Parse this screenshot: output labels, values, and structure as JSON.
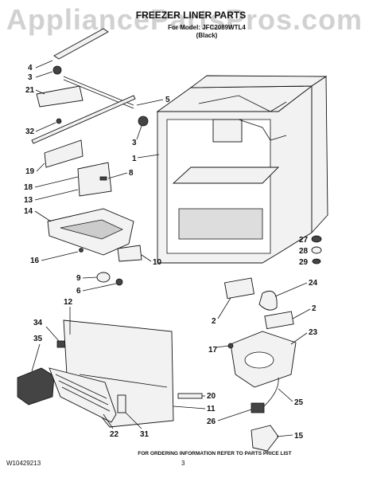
{
  "watermark": "AppliancePartsPros.com",
  "header": {
    "title": "FREEZER LINER PARTS",
    "model_line": "For Model: JFC2089WTL4",
    "color_line": "(Black)"
  },
  "footer": {
    "ordering_note": "FOR ORDERING INFORMATION REFER TO PARTS PRICE LIST",
    "doc_number": "W10429213",
    "page_number": "3"
  },
  "callouts": [
    "4",
    "3",
    "21",
    "5",
    "32",
    "3",
    "1",
    "19",
    "8",
    "18",
    "13",
    "14",
    "16",
    "10",
    "9",
    "6",
    "12",
    "27",
    "28",
    "29",
    "24",
    "2",
    "2",
    "34",
    "35",
    "23",
    "17",
    "20",
    "25",
    "11",
    "26",
    "15",
    "22",
    "31"
  ]
}
